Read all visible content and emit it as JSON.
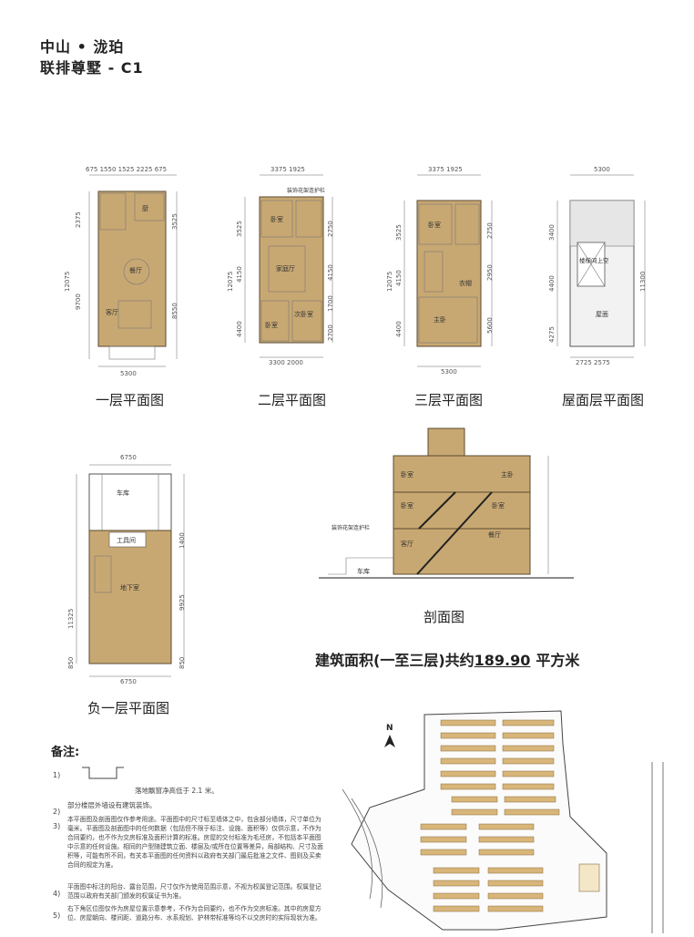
{
  "header": {
    "project": "中山 • 泷珀",
    "unit": "联排尊墅 - C1"
  },
  "plans": {
    "floor1": {
      "label": "一层平面图",
      "dims_top": "675 1550 1525 2225 675",
      "dims_bottom": "5300",
      "dims_left": [
        "2375",
        "12075",
        "9700"
      ],
      "dims_right": [
        "3525",
        "8550"
      ],
      "rooms": [
        "餐厅",
        "客厅",
        "厨"
      ]
    },
    "floor2": {
      "label": "二层平面图",
      "dims_top": "3375 1925",
      "dims_bottom": "3300 2000",
      "dims_left": [
        "3525",
        "12075",
        "4150",
        "4400"
      ],
      "dims_right": [
        "2750",
        "4150",
        "1700",
        "2700"
      ],
      "rooms": [
        "卧室",
        "家庭厅",
        "次卧室",
        "卧室"
      ],
      "annotation": "装饰花架连护栏"
    },
    "floor3": {
      "label": "三层平面图",
      "dims_top": "3375 1925",
      "dims_bottom": "5300",
      "dims_left": [
        "3525",
        "12075",
        "4150",
        "4400"
      ],
      "dims_right": [
        "2750",
        "2950",
        "5600"
      ],
      "rooms": [
        "卧室",
        "主卧",
        "衣帽"
      ]
    },
    "roof": {
      "label": "屋面层平面图",
      "dims_top": "5300",
      "dims_bottom": "2725 2575",
      "dims_left": [
        "3400",
        "4400",
        "4275"
      ],
      "dims_right": [
        "11300"
      ],
      "rooms": [
        "楼梯间上空",
        "屋面"
      ]
    },
    "basement": {
      "label": "负一层平面图",
      "dims_top": "6750",
      "dims_bottom": "6750",
      "dims_left": [
        "11325",
        "850"
      ],
      "dims_right": [
        "1400",
        "9925",
        "850"
      ],
      "rooms": [
        "车库",
        "工具间",
        "地下室"
      ]
    },
    "section": {
      "label": "剖面图",
      "rooms": [
        "卧室",
        "主卧",
        "卧室",
        "卧室",
        "客厅",
        "餐厅",
        "车库"
      ],
      "annotation": "装饰花架连护栏"
    }
  },
  "area_text": {
    "prefix": "建筑面积(一至三层)共约",
    "value": "189.90",
    "suffix": "平方米"
  },
  "notes": {
    "title": "备注:",
    "items": [
      {
        "num": "1)",
        "text": "落地飘窗净高低于 2.1 米。"
      },
      {
        "num": "2)",
        "text": "部分楼层外墙设有建筑装饰。"
      },
      {
        "num": "3)",
        "text": "本平面图及剖面图仅作参考用途。平面图中的尺寸标至墙体之中，包含部分墙体，尺寸单位为毫米。平面图及剖面图中的任何数据（包括但不限于标注、设施、面积等）仅供示意，不作为合同要约，也不作为交房标准及面积计算的标准。房屋的交付标准为毛坯房，不包括本平面图中示意的任何设施。相同的户型随建筑立面、楼层及/或所在位置等差异，局部结构、尺寸及面积等，可能有所不同，有关本平面图的任何资料以政府有关部门最后批准之文件、图则及买卖合同的规定为准。"
      },
      {
        "num": "4)",
        "text": "平面图中标注的阳台、露台范围，尺寸仅作为使用范围示意，不视为权属登记范围。权属登记范围以政府有关部门颁发的权属证书为准。"
      },
      {
        "num": "5)",
        "text": "右下角区位图仅作为房屋位置示意参考，不作为合同要约，也不作为交房标准。其中的房屋方位、房屋朝向、楼间距、道路分布、水系规划、护林带标准等均不以交房时的实际现状为准。"
      }
    ]
  },
  "site_plan": {
    "north": "N"
  }
}
